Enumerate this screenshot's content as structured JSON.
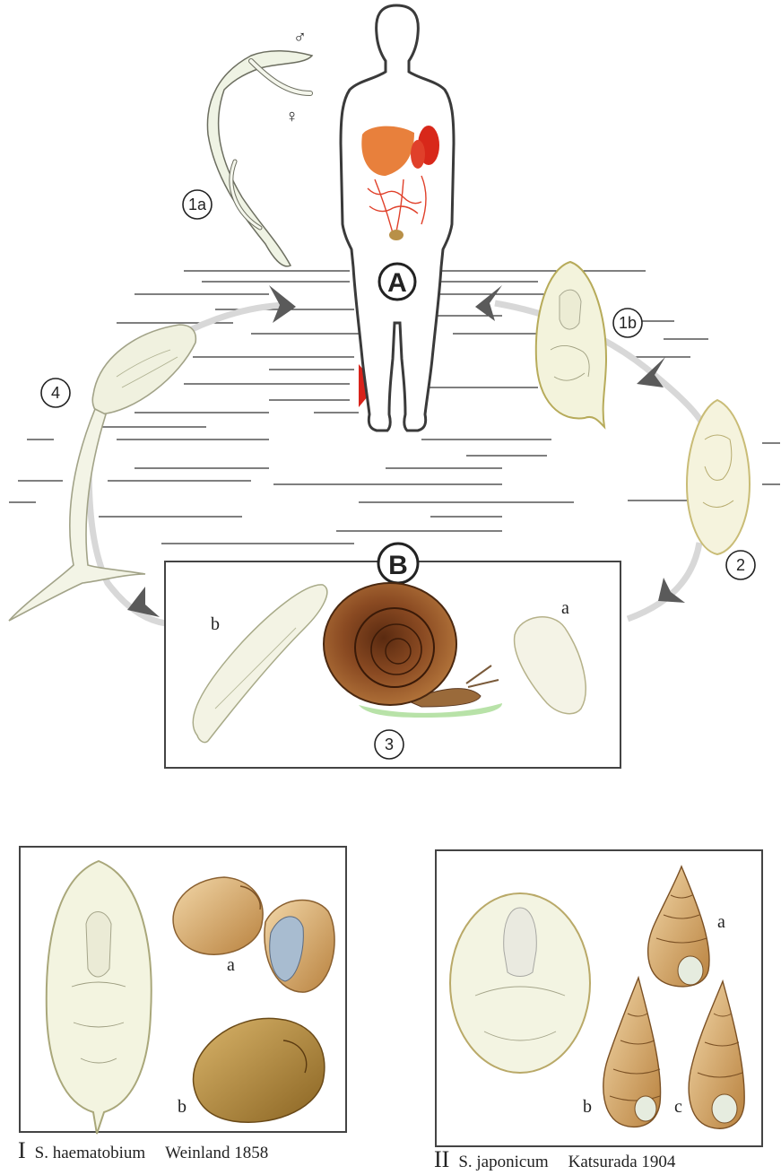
{
  "colors": {
    "arrow_head": "#5a5a5a",
    "cycle_ring": "#d8d8d8",
    "infection_marker": "#d8231b",
    "egg_fill": "#f3f3dc",
    "snail_brown": "#8a4a22",
    "shell_light": "#c99a5c",
    "organ_red": "#e0402a"
  },
  "icons": [
    "male-symbol-icon",
    "female-symbol-icon"
  ],
  "life_cycle": {
    "host_label": "A",
    "snail_box_label": "B",
    "stages": {
      "worm_pair": "1a",
      "egg": "1b",
      "miracidium": "2",
      "snail": "3",
      "cercaria": "4"
    },
    "snail_box_sublabels": {
      "left": "b",
      "right": "a"
    },
    "male_symbol": "♂",
    "female_symbol": "♀"
  },
  "panels": [
    {
      "roman": "I",
      "species": "S. haematobium",
      "author": "Weinland 1858",
      "labels": [
        "a",
        "b"
      ]
    },
    {
      "roman": "II",
      "species": "S. japonicum",
      "author": "Katsurada 1904",
      "labels": [
        "a",
        "b",
        "c"
      ]
    }
  ]
}
